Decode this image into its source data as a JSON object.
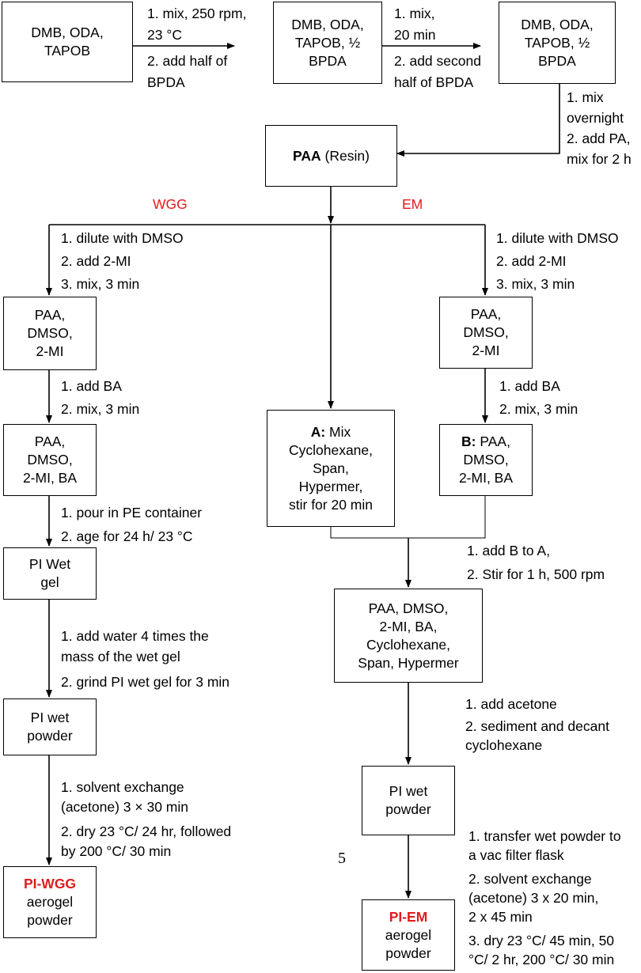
{
  "boxes": {
    "dmb_start": {
      "lines": [
        "DMB, ODA,",
        "TAPOB"
      ]
    },
    "dmb_half": {
      "lines": [
        "DMB, ODA,",
        "TAPOB, ½",
        "BPDA"
      ]
    },
    "dmb_full": {
      "lines": [
        "DMB, ODA,",
        "TAPOB, ½",
        "BPDA"
      ]
    },
    "paa": {
      "bold": "PAA",
      "rest": " (Resin)"
    },
    "wgg_dmso": {
      "lines": [
        "PAA,",
        "DMSO,",
        "2-MI"
      ]
    },
    "wgg_ba": {
      "lines": [
        "PAA,",
        "DMSO,",
        "2-MI, BA"
      ]
    },
    "pi_wet_gel": {
      "lines": [
        "PI Wet",
        "gel"
      ]
    },
    "wgg_powder": {
      "lines": [
        "PI wet",
        "powder"
      ]
    },
    "pi_wgg": {
      "title": "PI-WGG",
      "lines": [
        "aerogel",
        "powder"
      ]
    },
    "em_a": {
      "bold": "A:",
      "first_rest": " Mix",
      "lines": [
        "Cyclohexane,",
        "Span,",
        "Hypermer,",
        "stir for 20 min"
      ]
    },
    "em_dmso": {
      "lines": [
        "PAA,",
        "DMSO,",
        "2-MI"
      ]
    },
    "em_b": {
      "bold": "B:",
      "first_rest": " PAA,",
      "lines": [
        "DMSO,",
        "2-MI, BA"
      ]
    },
    "em_mix": {
      "lines": [
        "PAA, DMSO,",
        "2-MI, BA,",
        "Cyclohexane,",
        "Span, Hypermer"
      ]
    },
    "em_powder": {
      "lines": [
        "PI wet",
        "powder"
      ]
    },
    "pi_em": {
      "title": "PI-EM",
      "lines": [
        "aerogel",
        "powder"
      ]
    }
  },
  "labels": {
    "step1_top": [
      "1. mix, 250 rpm,",
      "23 °C"
    ],
    "step1_bottom": [
      "2.  add  half  of",
      "BPDA"
    ],
    "step2_top": [
      "1. mix,",
      "20 min"
    ],
    "step2_bottom": [
      "2. add second",
      "half of BPDA"
    ],
    "step3": [
      "1. mix",
      "overnight",
      "2. add PA,",
      "mix for 2 h"
    ],
    "wgg_title": "WGG",
    "em_title": "EM",
    "wgg_dilute": [
      "1. dilute with DMSO",
      "2. add 2-MI",
      "3. mix, 3 min"
    ],
    "em_dilute": [
      "1. dilute with DMSO",
      "2. add 2-MI",
      "3. mix, 3 min"
    ],
    "wgg_add_ba": [
      "1. add BA",
      "2. mix, 3 min"
    ],
    "em_add_ba": [
      "1. add BA",
      "2. mix, 3 min"
    ],
    "wgg_pour": [
      "1. pour in PE container",
      "2. age for 24 h/ 23 °C"
    ],
    "wgg_water": [
      "1. add water 4 times the",
      "mass of the wet gel",
      "2. grind PI wet gel for 3 min"
    ],
    "wgg_solvent": [
      "1. solvent exchange",
      "(acetone) 3 × 30 min",
      "2. dry 23 °C/ 24 hr, followed",
      "by 200 °C/ 30 min"
    ],
    "em_add_b": [
      "1. add B to A,",
      "2. Stir for 1 h, 500 rpm"
    ],
    "em_acetone": [
      "1. add acetone",
      "2. sediment and decant",
      "cyclohexane"
    ],
    "em_final": [
      "1. transfer wet powder to",
      "a vac filter flask",
      "2. solvent exchange",
      "(acetone) 3 x 20 min,",
      "2 x 45 min",
      "3. dry 23 °C/ 45 min, 50",
      "°C/ 2 hr, 200 °C/ 30 min"
    ]
  },
  "page_number": "5"
}
